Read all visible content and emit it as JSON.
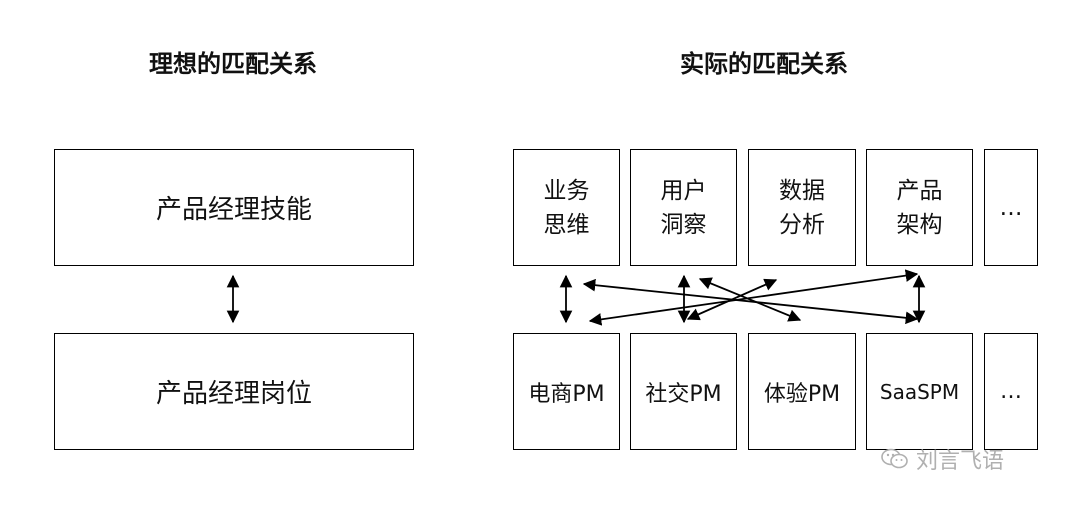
{
  "left": {
    "title": "理想的匹配关系",
    "top_box": "产品经理技能",
    "bottom_box": "产品经理岗位"
  },
  "right": {
    "title": "实际的匹配关系",
    "skills": [
      "业务\n思维",
      "用户\n洞察",
      "数据\n分析",
      "产品\n架构",
      "…"
    ],
    "positions": [
      "电商PM",
      "社交PM",
      "体验PM",
      "SaaSPM",
      "…"
    ]
  },
  "watermark": "刘言飞语"
}
